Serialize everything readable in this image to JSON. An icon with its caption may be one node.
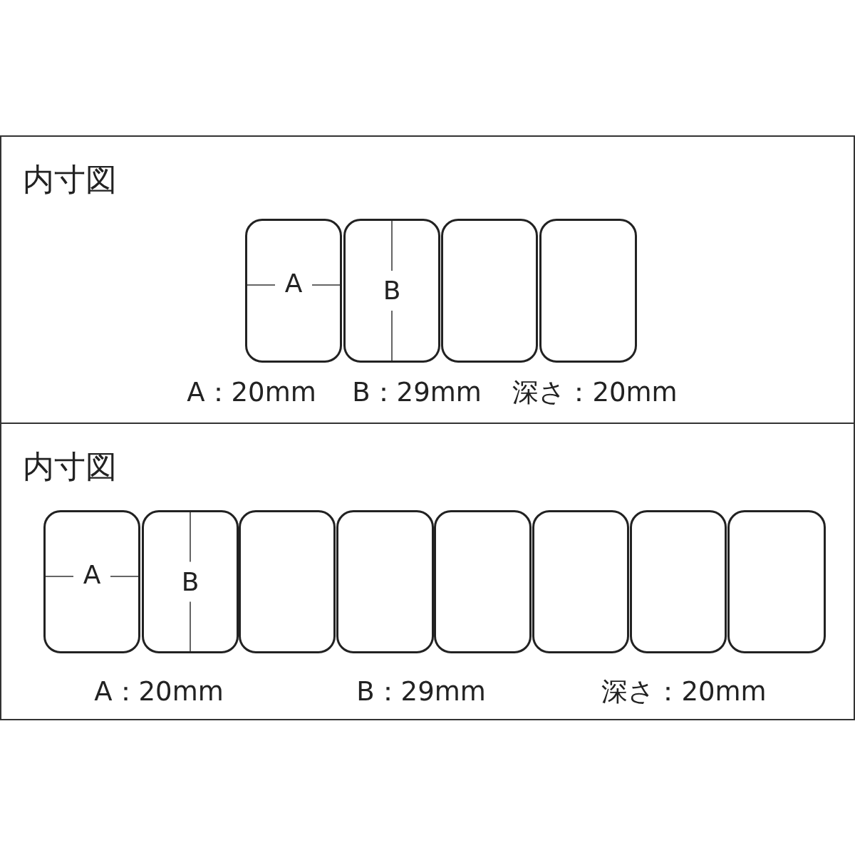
{
  "diagram": {
    "nodes": [
      {
        "text": [
          "内寸図"
        ]
      },
      {
        "text": [
          "A"
        ],
        "in": 0
      },
      {
        "text": [
          "B"
        ],
        "in": 0
      },
      {
        "text": [],
        "shape": "box",
        "in": 0
      },
      {
        "text": [],
        "shape": "box",
        "in": 0
      },
      {
        "text": [
          "内寸図"
        ]
      },
      {
        "text": [
          "A"
        ],
        "in": 5
      },
      {
        "text": [
          "B"
        ],
        "in": 5
      },
      {
        "text": [],
        "shape": "box",
        "in": 5
      },
      {
        "text": [],
        "shape": "box",
        "in": 5
      },
      {
        "text": [],
        "shape": "box",
        "in": 5
      },
      {
        "text": [],
        "shape": "box",
        "in": 5
      },
      {
        "text": [],
        "shape": "box",
        "in": 5
      },
      {
        "text": [],
        "shape": "box",
        "in": 5
      }
    ],
    "labels": [
      "A：20mm",
      "B：29mm",
      "深さ：20mm",
      "A：20mm",
      "B：29mm",
      "深さ：20mm"
    ]
  }
}
